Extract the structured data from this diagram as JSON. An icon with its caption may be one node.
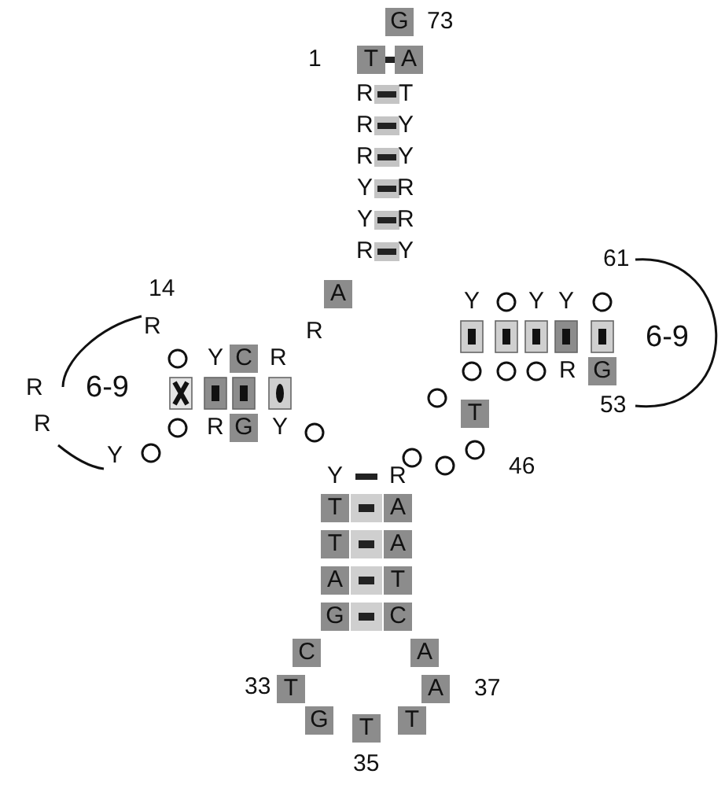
{
  "diagram": {
    "labels": [
      "G",
      "73",
      "1",
      "T",
      "A",
      "R",
      "T",
      "R",
      "Y",
      "R",
      "Y",
      "Y",
      "R",
      "Y",
      "R",
      "R",
      "Y",
      "61",
      "14",
      "A",
      "Y",
      "Y",
      "Y",
      "R",
      "R",
      "6-9",
      "Y",
      "C",
      "R",
      "R",
      "G",
      "R",
      "6-9",
      "53",
      "T",
      "R",
      "R",
      "G",
      "Y",
      "Y",
      "46",
      "Y",
      "R",
      "T",
      "A",
      "T",
      "A",
      "A",
      "T",
      "G",
      "C",
      "C",
      "A",
      "33",
      "T",
      "A",
      "37",
      "G",
      "T",
      "T",
      "35"
    ]
  }
}
